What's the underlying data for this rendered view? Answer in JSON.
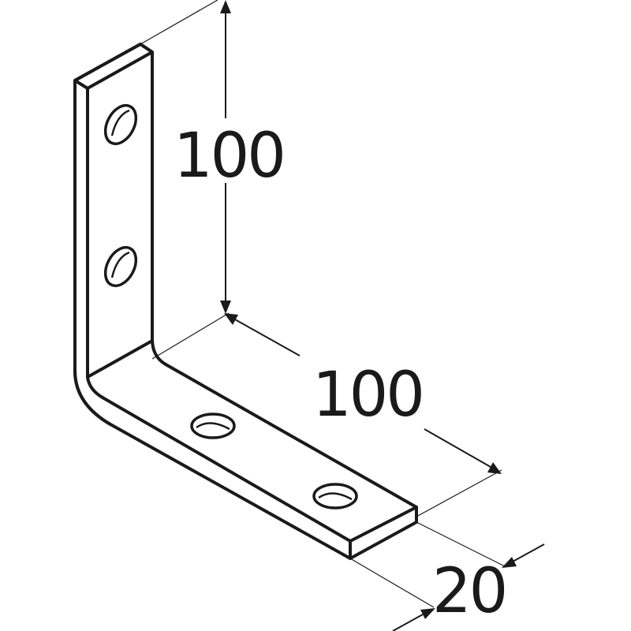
{
  "dimensions": {
    "vertical_leg": "100",
    "horizontal_leg": "100",
    "width": "20"
  }
}
